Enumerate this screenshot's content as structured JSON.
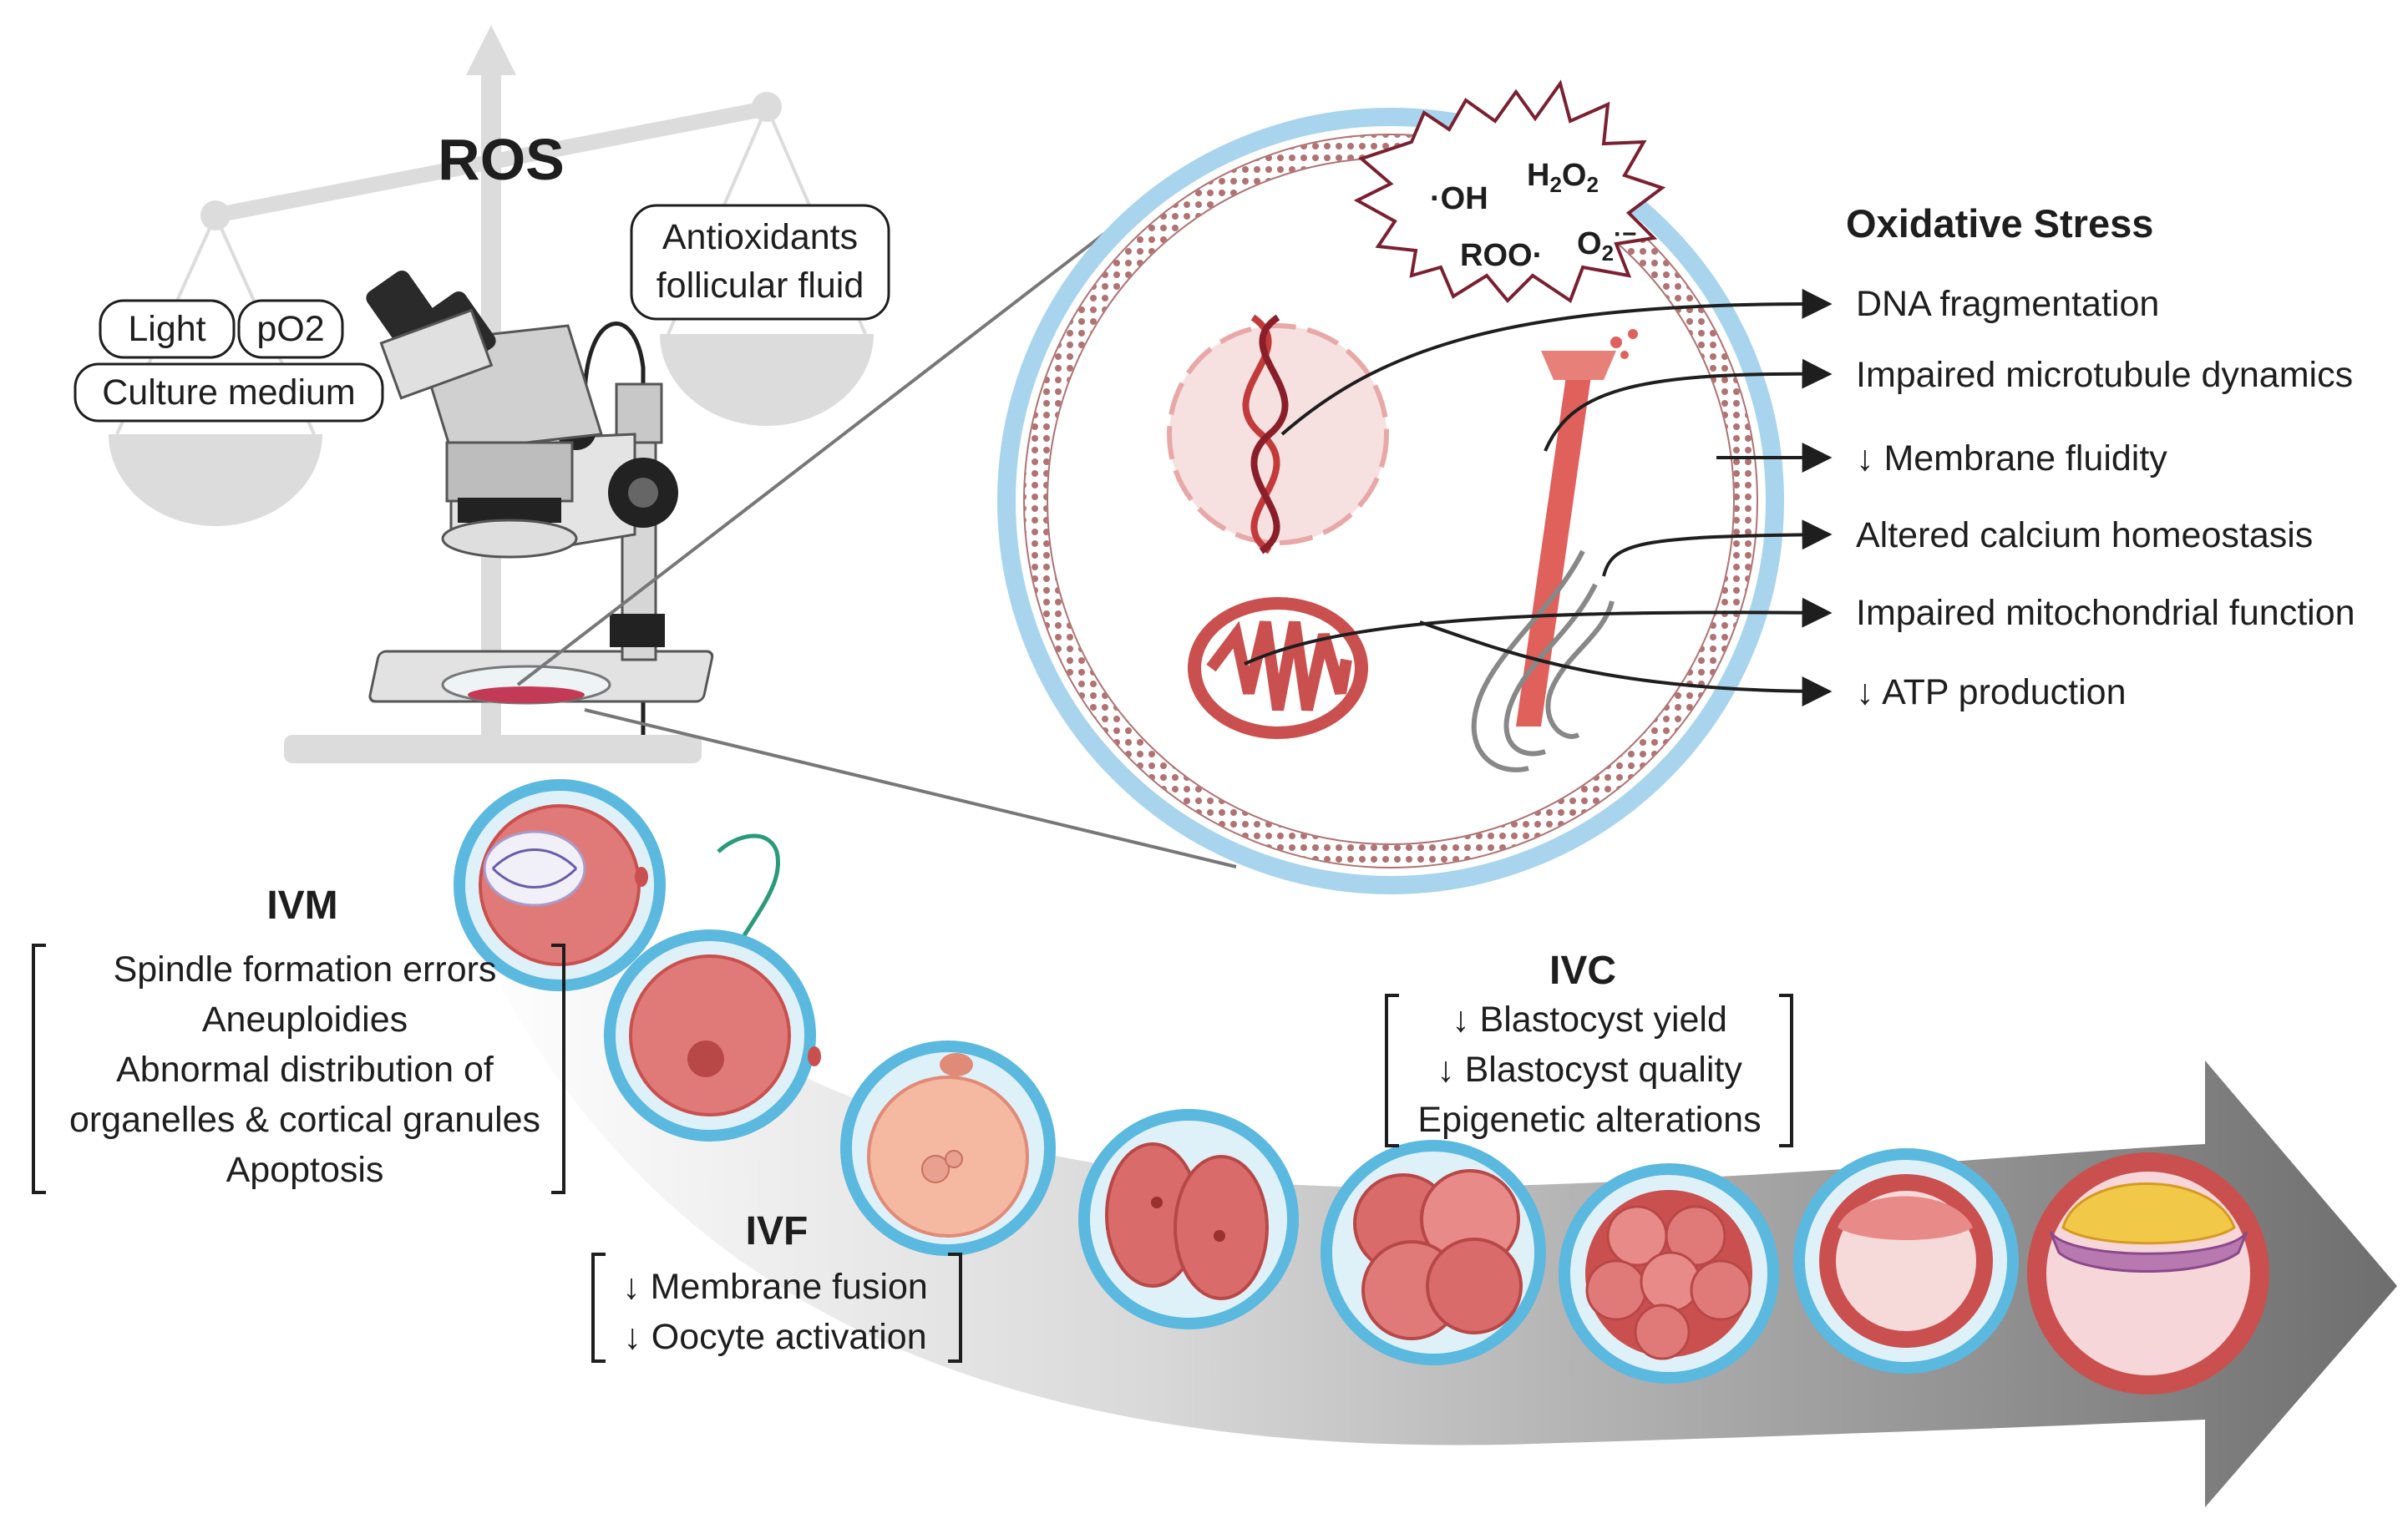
{
  "balance": {
    "title": "ROS",
    "left_pan": {
      "items": [
        "Light",
        "pO2",
        "Culture medium"
      ]
    },
    "right_pan": {
      "line1": "Antioxidants",
      "line2": "follicular fluid"
    }
  },
  "ros_species": {
    "hydroxyl": "OH",
    "peroxide": "H2O2",
    "peroxyl": "ROO",
    "superoxide": "O2"
  },
  "oxidative_stress": {
    "title": "Oxidative Stress",
    "effects": [
      "DNA fragmentation",
      "Impaired microtubule dynamics",
      "↓ Membrane  fluidity",
      "Altered calcium homeostasis",
      "Impaired mitochondrial function",
      "↓ ATP production"
    ]
  },
  "stages": {
    "ivm": {
      "title": "IVM",
      "effects": [
        "Spindle formation errors",
        "Aneuploidies",
        "Abnormal distribution of",
        "organelles & cortical granules",
        "Apoptosis"
      ]
    },
    "ivf": {
      "title": "IVF",
      "effects": [
        "↓ Membrane fusion",
        "↓ Oocyte activation"
      ]
    },
    "ivc": {
      "title": "IVC",
      "effects": [
        "↓ Blastocyst yield",
        "↓ Blastocyst quality",
        "Epigenetic alterations"
      ]
    }
  },
  "colors": {
    "zona": "#5bb8de",
    "oocyte": "#e07a78",
    "membrane": "#b07272",
    "ros_star": "#7a2030",
    "scale": "#dcdcdc",
    "arrow_dark": "#6e6e6e"
  }
}
